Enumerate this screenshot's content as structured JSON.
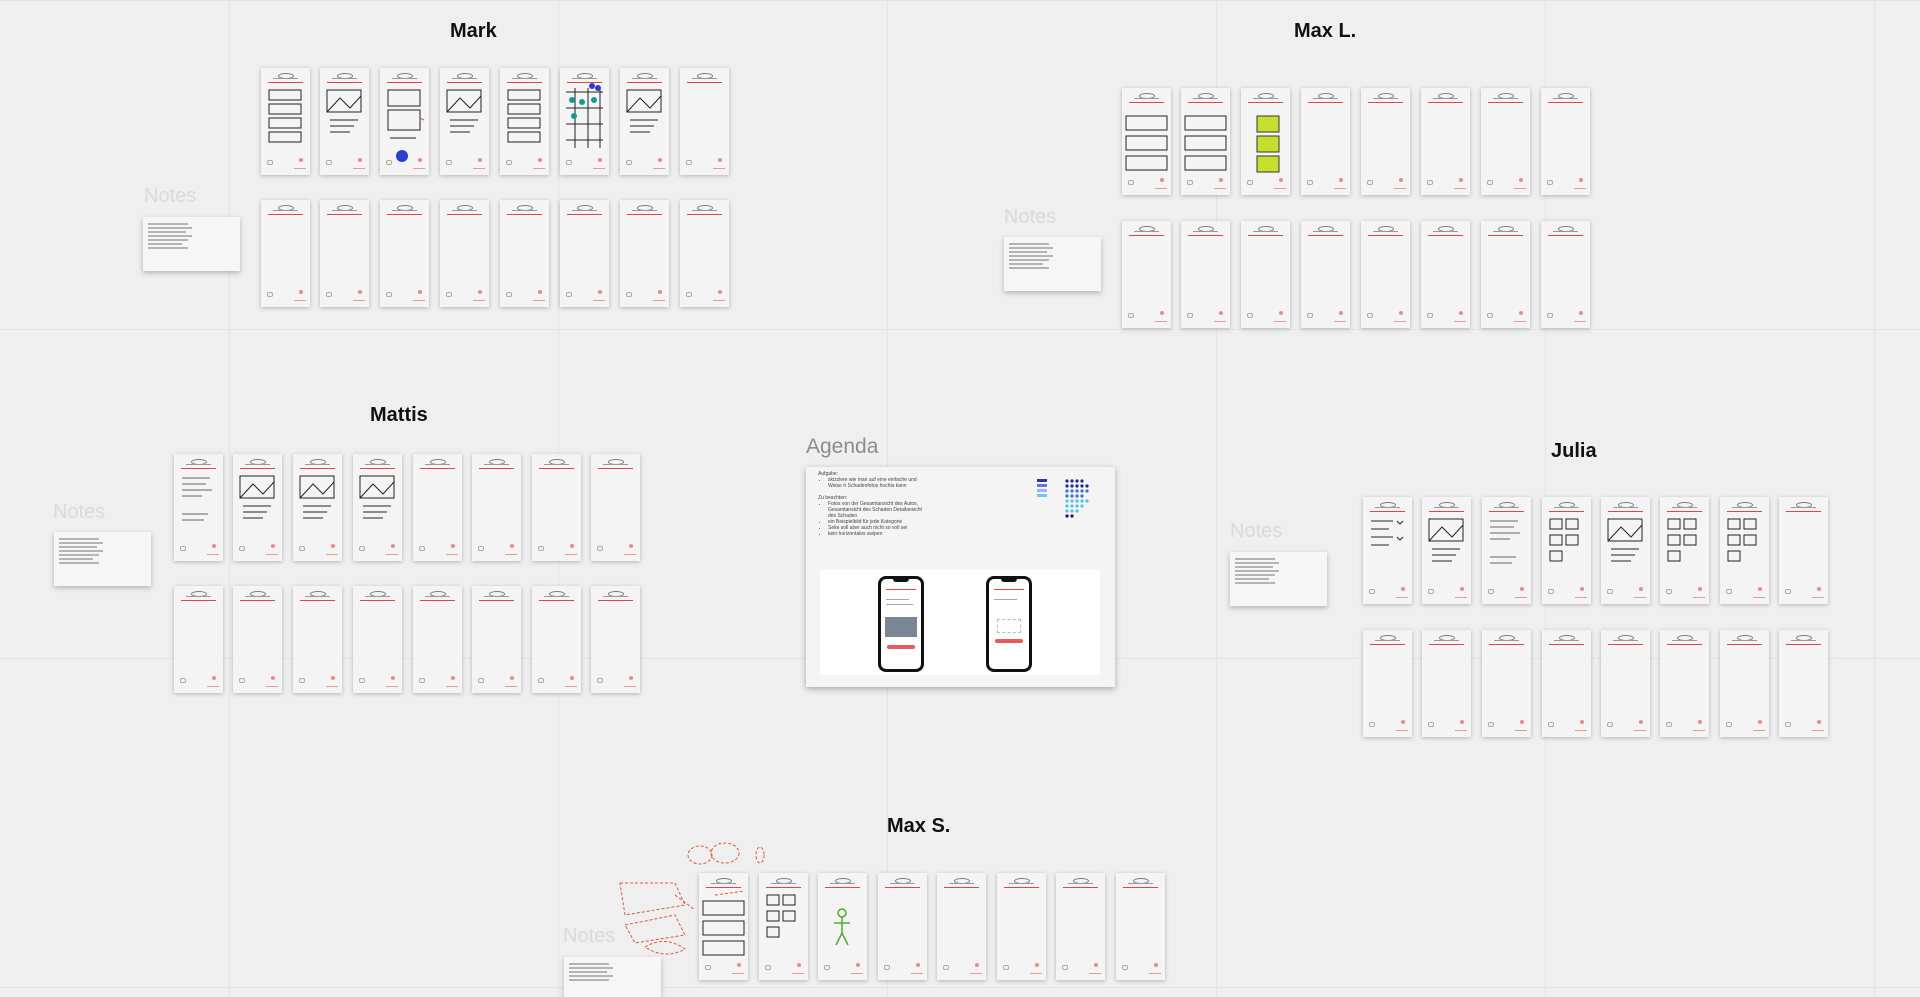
{
  "board": {
    "sections": {
      "mark": "Mark",
      "max_l": "Max L.",
      "mattis": "Mattis",
      "julia": "Julia",
      "max_s": "Max S."
    },
    "notes_label": "Notes",
    "agenda_label": "Agenda"
  },
  "agenda": {
    "aufgabe_heading": "Aufgabe:",
    "aufgabe_items": [
      "skizziere wie man auf eine einfache und Weise Ir Schadenfotos hochla kann"
    ],
    "zu_beachten_heading": "Zu beachten:",
    "zu_beachten_items": [
      "Fotos von der Gesamtansicht des Autos, Gesamtansicht des Schaden Detailansicht des Schaden",
      "ein Beispielbild für jede Kategorie",
      "Seite soll aber auch nicht so voll sei",
      "kein horizontales swipen"
    ]
  },
  "colors": {
    "accent_red": "#e0454a",
    "sketch_red": "#e8553a",
    "lime": "#c4e02c",
    "blue": "#2b3fd8",
    "teal": "#0f9e8c"
  }
}
